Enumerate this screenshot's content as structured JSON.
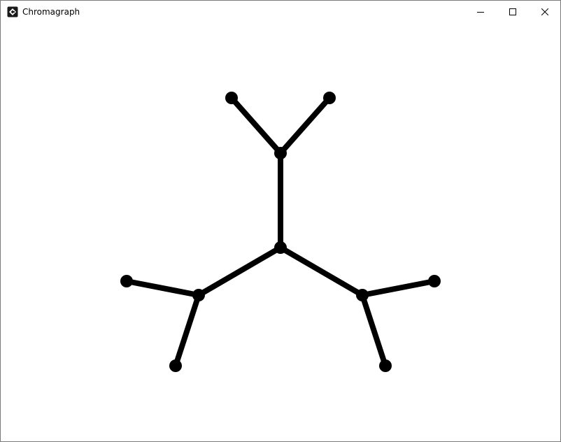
{
  "window": {
    "title": "Chromagraph",
    "icon": "chromagraph-app-icon",
    "controls": {
      "minimize_icon": "minimize-icon",
      "maximize_icon": "maximize-icon",
      "close_icon": "close-icon"
    }
  },
  "graph": {
    "node_color": "#000000",
    "edge_color": "#000000",
    "nodes": [
      "center",
      "top-hub",
      "top-left",
      "top-right",
      "left-hub",
      "left-outer",
      "left-lower",
      "right-hub",
      "right-outer",
      "right-lower"
    ],
    "edges": [
      [
        "center",
        "top-hub"
      ],
      [
        "top-hub",
        "top-left"
      ],
      [
        "top-hub",
        "top-right"
      ],
      [
        "center",
        "left-hub"
      ],
      [
        "left-hub",
        "left-outer"
      ],
      [
        "left-hub",
        "left-lower"
      ],
      [
        "center",
        "right-hub"
      ],
      [
        "right-hub",
        "right-outer"
      ],
      [
        "right-hub",
        "right-lower"
      ]
    ]
  }
}
